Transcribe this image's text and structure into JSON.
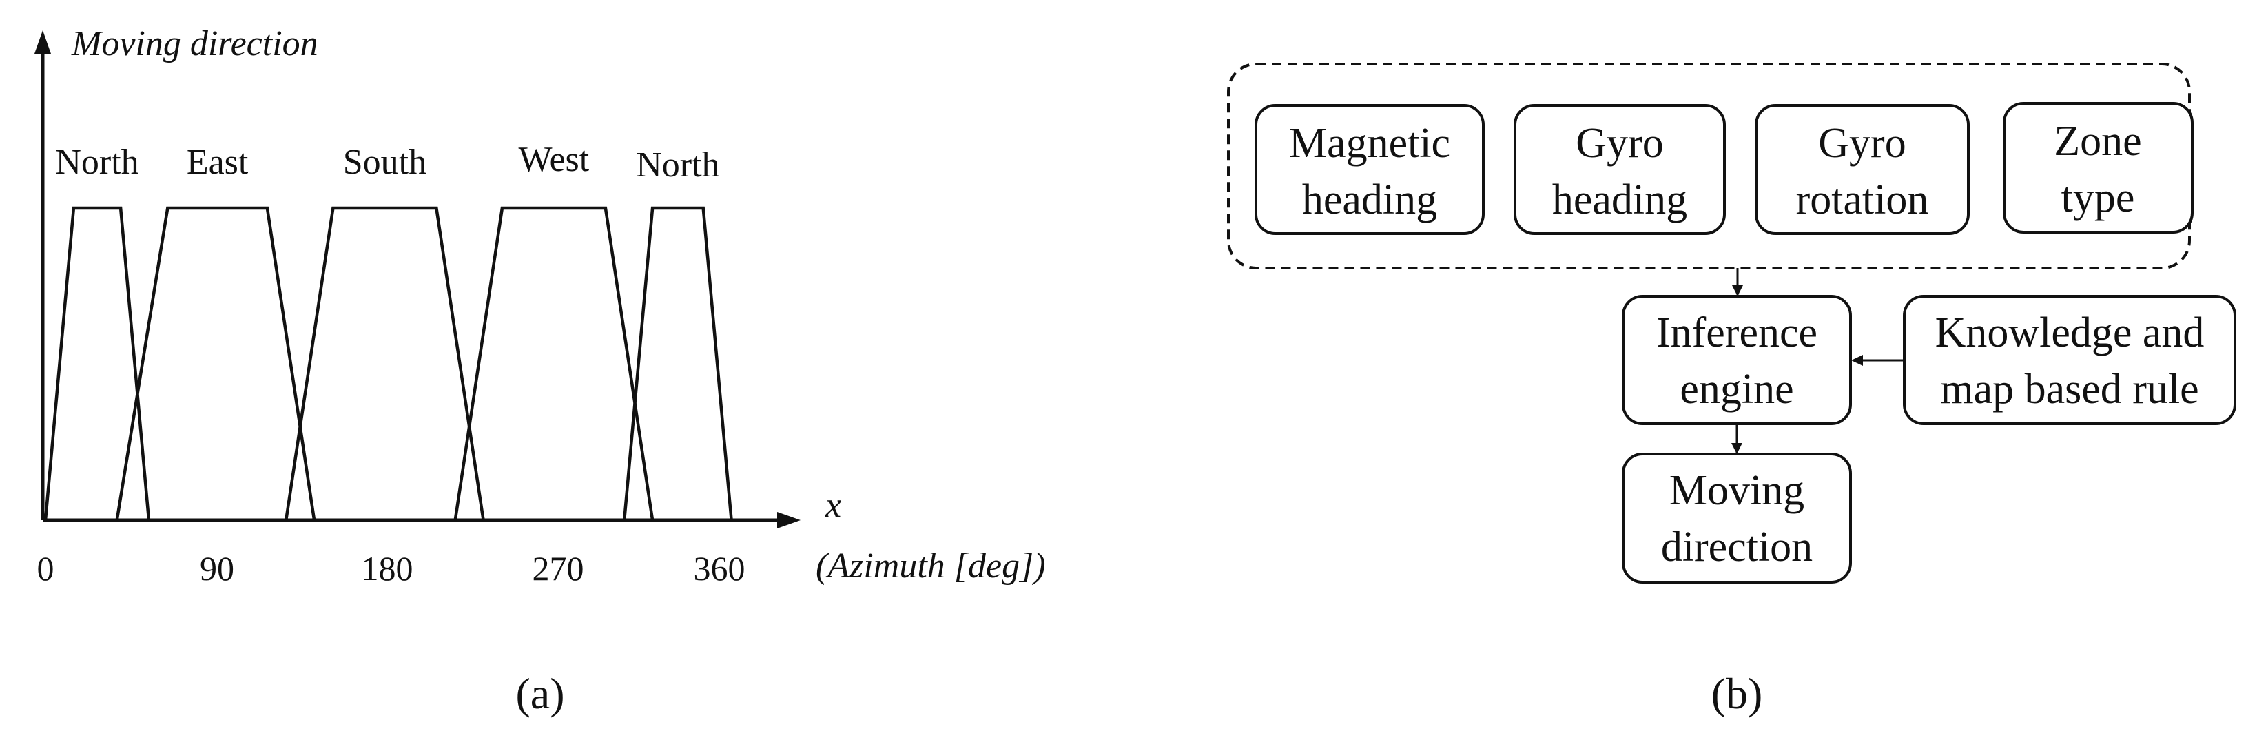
{
  "panel_a": {
    "subcaption": "(a)",
    "y_axis_label": "Moving direction",
    "x_axis_symbol": "x",
    "x_axis_label": "(Azimuth [deg])",
    "ticks": [
      "0",
      "90",
      "180",
      "270",
      "360"
    ],
    "membership_functions": [
      {
        "name": "North",
        "points": [
          [
            0,
            0
          ],
          [
            15,
            1
          ],
          [
            40,
            1
          ],
          [
            55,
            0
          ]
        ]
      },
      {
        "name": "East",
        "points": [
          [
            38,
            0
          ],
          [
            65,
            1
          ],
          [
            118,
            1
          ],
          [
            143,
            0
          ]
        ]
      },
      {
        "name": "South",
        "points": [
          [
            128,
            0
          ],
          [
            153,
            1
          ],
          [
            208,
            1
          ],
          [
            233,
            0
          ]
        ]
      },
      {
        "name": "West",
        "points": [
          [
            218,
            0
          ],
          [
            243,
            1
          ],
          [
            298,
            1
          ],
          [
            323,
            0
          ]
        ]
      },
      {
        "name": "North",
        "points": [
          [
            308,
            0
          ],
          [
            323,
            1
          ],
          [
            350,
            1
          ],
          [
            365,
            0
          ]
        ]
      }
    ]
  },
  "panel_b": {
    "subcaption": "(b)",
    "inputs": [
      {
        "line1": "Magnetic",
        "line2": "heading"
      },
      {
        "line1": "Gyro",
        "line2": "heading"
      },
      {
        "line1": "Gyro",
        "line2": "rotation"
      },
      {
        "line1": "Zone",
        "line2": "type"
      }
    ],
    "inference_engine": {
      "line1": "Inference",
      "line2": "engine"
    },
    "rule_base": {
      "line1": "Knowledge and",
      "line2": "map based rule"
    },
    "output": {
      "line1": "Moving",
      "line2": "direction"
    }
  }
}
